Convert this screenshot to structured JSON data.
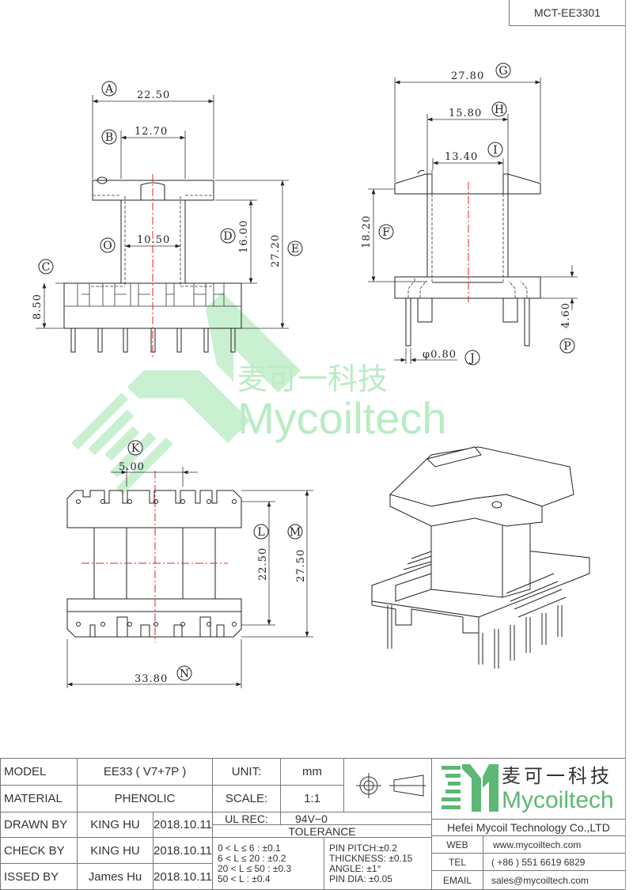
{
  "doc_number": "MCT-EE3301",
  "front_view": {
    "dims": {
      "A": "22.50",
      "B": "12.70",
      "O": "10.50",
      "D": "16.00",
      "E": "27.20",
      "C": "8.50"
    },
    "labels": {
      "A": "A",
      "B": "B",
      "O": "O",
      "D": "D",
      "E": "E",
      "C": "C"
    }
  },
  "side_view": {
    "dims": {
      "G": "27.80",
      "H": "15.80",
      "I": "13.40",
      "F": "18.20",
      "P": "4.60",
      "J": "φ0.80"
    },
    "labels": {
      "G": "G",
      "H": "H",
      "I": "I",
      "F": "F",
      "P": "P",
      "J": "J"
    }
  },
  "bottom_view": {
    "dims": {
      "K": "5.00",
      "L": "22.50",
      "M": "27.50",
      "N": "33.80"
    },
    "labels": {
      "K": "K",
      "L": "L",
      "M": "M",
      "N": "N"
    }
  },
  "watermark": {
    "cn": "麦可一科技",
    "en": "Mycoiltech"
  },
  "title_block": {
    "model_label": "MODEL",
    "model_value": "EE33 ( V7+7P )",
    "material_label": "MATERIAL",
    "material_value": "PHENOLIC",
    "drawn_label": "DRAWN BY",
    "drawn_name": "KING HU",
    "drawn_date": "2018.10.11",
    "check_label": "CHECK BY",
    "check_name": "KING HU",
    "check_date": "2018.10.11",
    "issued_label": "ISSED BY",
    "issued_name": "James Hu",
    "issued_date": "2018.10.11",
    "unit_label": "UNIT:",
    "unit_value": "mm",
    "scale_label": "SCALE:",
    "scale_value": "1:1",
    "ul_label": "UL REC:",
    "ul_value": "94V−0",
    "tolerance_label": "TOLERANCE",
    "tolerances_length": [
      "0 < L ≤ 6 :  ±0.1",
      "6 < L ≤ 20 :  ±0.2",
      "20 < L ≤ 50 :  ±0.3",
      "50 < L :  ±0.4"
    ],
    "tolerances_other": [
      "PIN PITCH:±0.2",
      "THICKNESS:  ±0.15",
      "ANGLE:  ±1°",
      "PIN DIA:  ±0.05"
    ]
  },
  "company": {
    "logo_cn": "麦可一科技",
    "logo_en": "Mycoiltech",
    "name": "Hefei Mycoil Technology Co.,LTD",
    "web_label": "WEB",
    "web": "www.mycoiltech.com",
    "tel_label": "TEL",
    "tel": "( +86 ) 551 6619 6829",
    "email_label": "EMAIL",
    "email": "sales@mycoiltech.com",
    "brand_color": "#5cb874"
  }
}
